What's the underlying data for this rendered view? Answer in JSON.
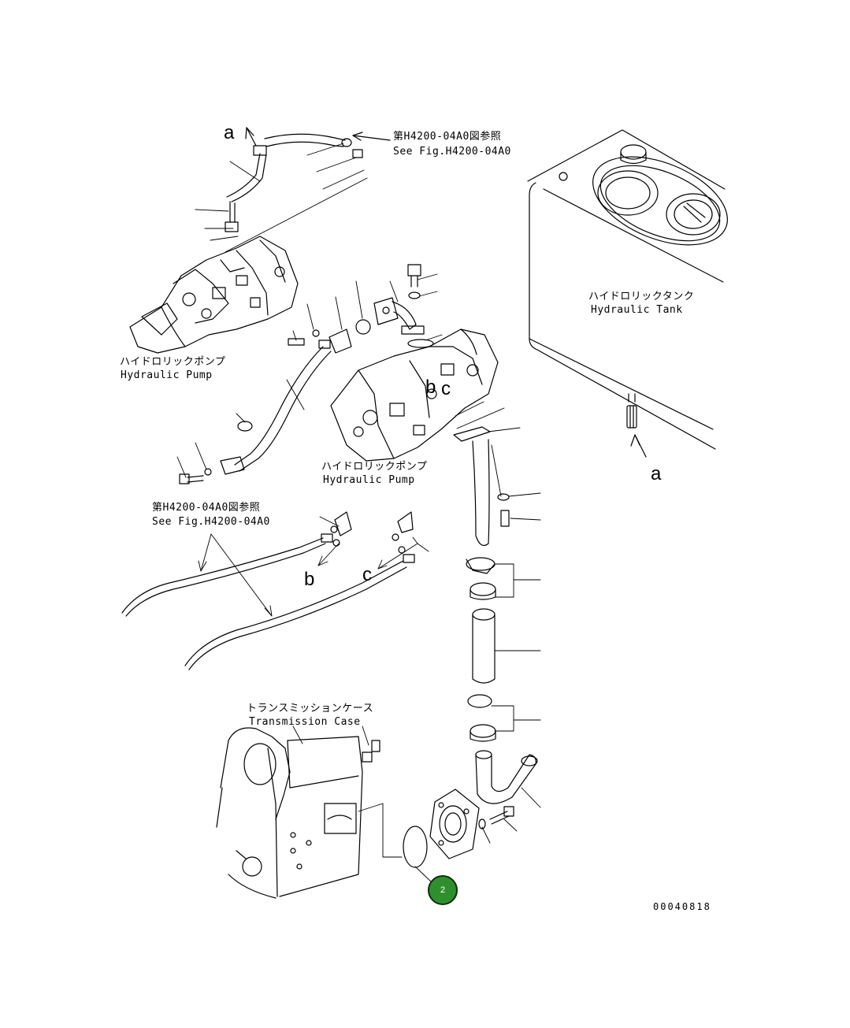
{
  "ref_top": {
    "jp": "第H4200-04A0図参照",
    "en": "See Fig.H4200-04A0"
  },
  "ref_bottom": {
    "jp": "第H4200-04A0図参照",
    "en": "See Fig.H4200-04A0"
  },
  "pump_upper": {
    "jp": "ハイドロリックポンプ",
    "en": "Hydraulic Pump"
  },
  "pump_lower": {
    "jp": "ハイドロリックポンプ",
    "en": "Hydraulic Pump"
  },
  "tank": {
    "jp": "ハイドロリックタンク",
    "en": "Hydraulic Tank"
  },
  "transmission": {
    "jp": "トランスミッションケース",
    "en": "Transmission Case"
  },
  "letters": {
    "a_top": "a",
    "a_right": "a",
    "b_upper": "b",
    "c_upper": "c",
    "b_lower": "b",
    "c_lower": "c"
  },
  "callout": {
    "number": "2"
  },
  "drawing_number": "00040818"
}
